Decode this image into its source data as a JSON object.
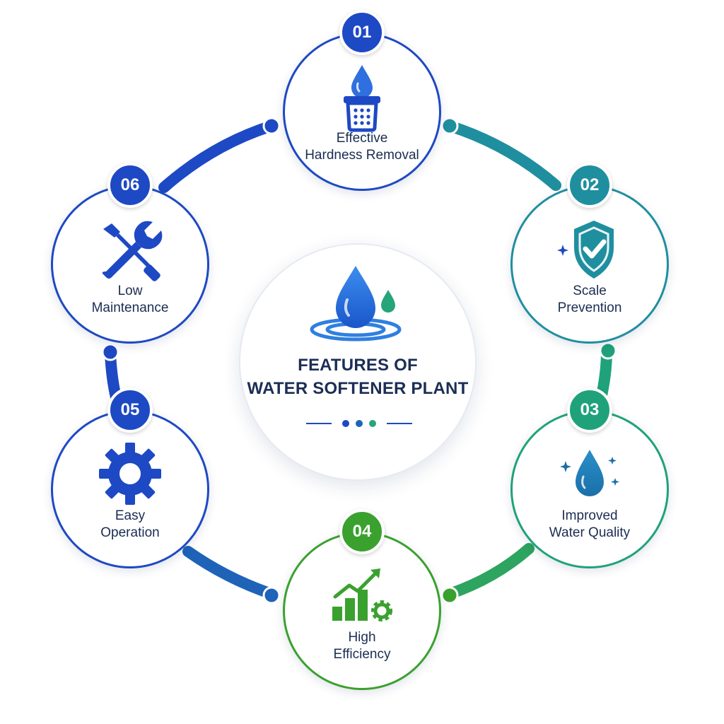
{
  "center": {
    "title_line1": "FEATURES OF",
    "title_line2": "WATER SOFTENER PLANT",
    "icon": "water-drop-ripple-icon"
  },
  "features": [
    {
      "number": "01",
      "label_line1": "Effective",
      "label_line2": "Hardness Removal",
      "icon": "drop-filter-icon",
      "color": "#1e49c4"
    },
    {
      "number": "02",
      "label_line1": "Scale",
      "label_line2": "Prevention",
      "icon": "shield-check-icon",
      "color": "#1f8f9f"
    },
    {
      "number": "03",
      "label_line1": "Improved",
      "label_line2": "Water Quality",
      "icon": "sparkle-drop-icon",
      "color": "#1fa27a"
    },
    {
      "number": "04",
      "label_line1": "High",
      "label_line2": "Efficiency",
      "icon": "growth-chart-gear-icon",
      "color": "#3aa12e"
    },
    {
      "number": "05",
      "label_line1": "Easy",
      "label_line2": "Operation",
      "icon": "gear-icon",
      "color": "#1e49c4"
    },
    {
      "number": "06",
      "label_line1": "Low",
      "label_line2": "Maintenance",
      "icon": "wrench-screwdriver-icon",
      "color": "#1e49c4"
    }
  ],
  "colors": {
    "blue": "#1e49c4",
    "teal": "#1f8f9f",
    "green": "#3aa12e",
    "text": "#1c2e55"
  }
}
